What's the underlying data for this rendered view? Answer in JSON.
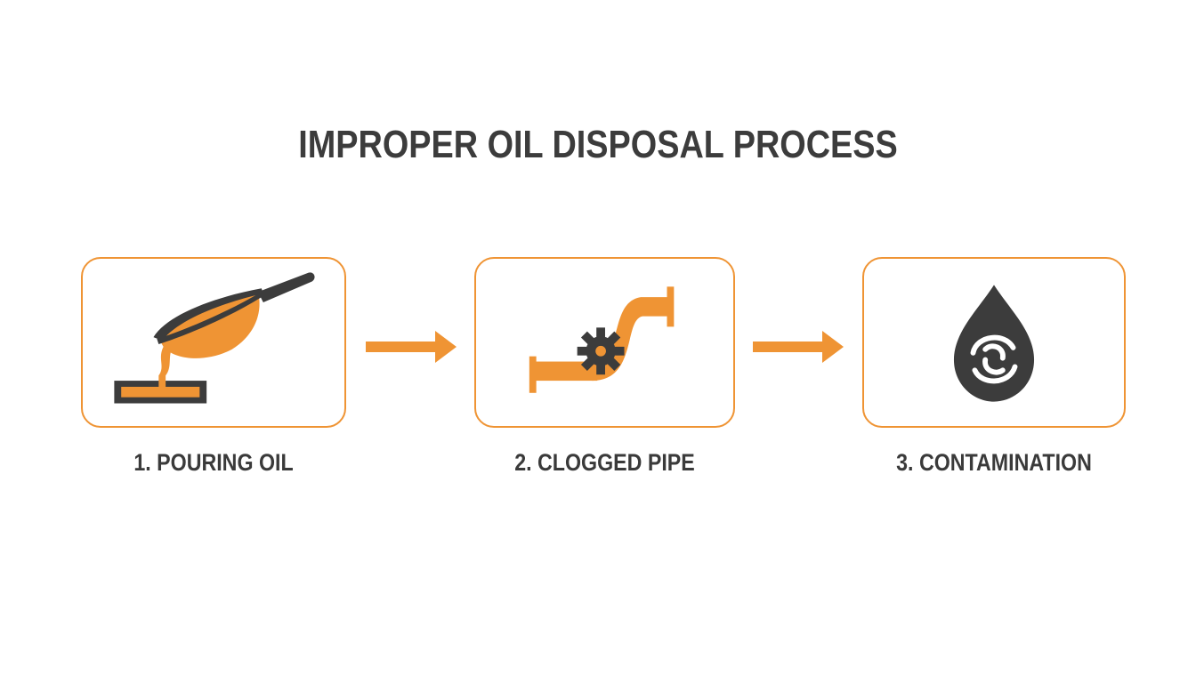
{
  "title": "IMPROPER OIL DISPOSAL PROCESS",
  "colors": {
    "accent": "#ef9434",
    "dark": "#3a3a3a",
    "background": "#ffffff"
  },
  "steps": [
    {
      "label": "1. POURING OIL",
      "icon": "frying-pan-pouring-into-drain-icon"
    },
    {
      "label": "2. CLOGGED PIPE",
      "icon": "pipe-with-gear-clog-icon"
    },
    {
      "label": "3. CONTAMINATION",
      "icon": "oil-drop-swirl-icon"
    }
  ],
  "connectors": [
    {
      "icon": "arrow-right-icon"
    },
    {
      "icon": "arrow-right-icon"
    }
  ]
}
